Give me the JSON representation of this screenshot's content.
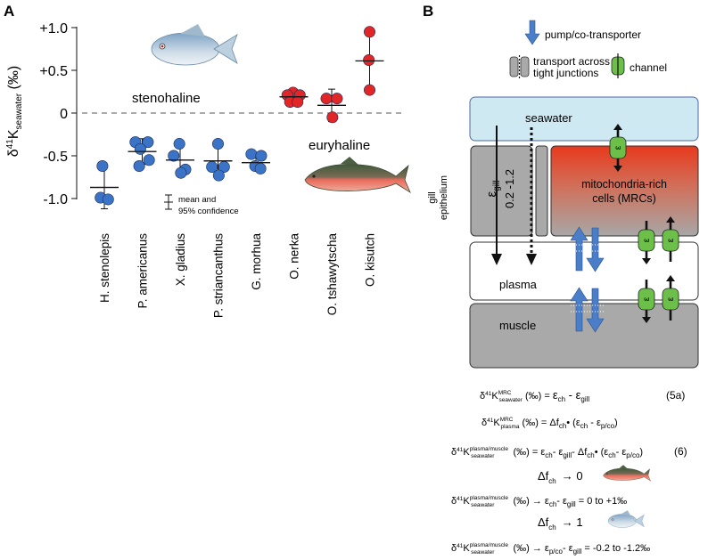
{
  "panel_a": {
    "label": "A",
    "ylabel": "δ41Kseawater (‰)",
    "ylabel_main": "δ",
    "ylabel_sup": "41",
    "ylabel_k": "K",
    "ylabel_sub": "seawater",
    "ylabel_unit": " (‰)",
    "stenohaline_label": "stenohaline",
    "euryhaline_label": "euryhaline",
    "legend_line1": "mean and",
    "legend_line2": "95% confidence",
    "fish_top_icon": "pompano-fish-image",
    "fish_mid_icon": "salmon-fish-image"
  },
  "chart_data": {
    "type": "scatter",
    "title": "",
    "xlabel": "",
    "ylabel": "δ41Kseawater (‰)",
    "ylim": [
      -1.25,
      1.05
    ],
    "yticks": [
      {
        "value": 1.0,
        "label": "+1.0"
      },
      {
        "value": 0.5,
        "label": "+0.5"
      },
      {
        "value": 0.0,
        "label": "0"
      },
      {
        "value": -0.5,
        "label": "-0.5"
      },
      {
        "value": -1.0,
        "label": "-1.0"
      }
    ],
    "zero_line": "dashed",
    "grid": false,
    "categories": [
      "H. stenolepis",
      "P. americanus",
      "X. gladius",
      "P. striancanthus",
      "G. morhua",
      "O. nerka",
      "O. tshawytscha",
      "O. kisutch"
    ],
    "series": [
      {
        "color": "#3b73c6",
        "points": [
          {
            "cat": 0,
            "dx": -0.05,
            "y": -0.62
          },
          {
            "cat": 0,
            "dx": -0.1,
            "y": -0.99
          },
          {
            "cat": 0,
            "dx": 0.1,
            "y": -1.01
          },
          {
            "cat": 1,
            "dx": -0.18,
            "y": -0.34
          },
          {
            "cat": 1,
            "dx": 0.15,
            "y": -0.34
          },
          {
            "cat": 1,
            "dx": -0.05,
            "y": -0.42
          },
          {
            "cat": 1,
            "dx": 0.18,
            "y": -0.55
          },
          {
            "cat": 1,
            "dx": -0.08,
            "y": -0.62
          },
          {
            "cat": 2,
            "dx": -0.02,
            "y": -0.36
          },
          {
            "cat": 2,
            "dx": -0.17,
            "y": -0.5
          },
          {
            "cat": 2,
            "dx": 0.14,
            "y": -0.66
          },
          {
            "cat": 2,
            "dx": 0.02,
            "y": -0.7
          },
          {
            "cat": 3,
            "dx": 0.0,
            "y": -0.36
          },
          {
            "cat": 3,
            "dx": -0.16,
            "y": -0.63
          },
          {
            "cat": 3,
            "dx": 0.16,
            "y": -0.63
          },
          {
            "cat": 3,
            "dx": 0.02,
            "y": -0.73
          },
          {
            "cat": 4,
            "dx": -0.12,
            "y": -0.48
          },
          {
            "cat": 4,
            "dx": 0.14,
            "y": -0.5
          },
          {
            "cat": 4,
            "dx": -0.02,
            "y": -0.62
          },
          {
            "cat": 4,
            "dx": 0.12,
            "y": -0.65
          }
        ]
      },
      {
        "color": "#e02626",
        "points": [
          {
            "cat": 5,
            "dx": -0.02,
            "y": 0.24
          },
          {
            "cat": 5,
            "dx": -0.17,
            "y": 0.21
          },
          {
            "cat": 5,
            "dx": 0.16,
            "y": 0.21
          },
          {
            "cat": 5,
            "dx": -0.1,
            "y": 0.13
          },
          {
            "cat": 5,
            "dx": 0.1,
            "y": 0.13
          },
          {
            "cat": 6,
            "dx": -0.14,
            "y": 0.17
          },
          {
            "cat": 6,
            "dx": 0.14,
            "y": 0.17
          },
          {
            "cat": 6,
            "dx": 0.02,
            "y": -0.05
          },
          {
            "cat": 7,
            "dx": 0.0,
            "y": 0.95
          },
          {
            "cat": 7,
            "dx": -0.02,
            "y": 0.62
          },
          {
            "cat": 7,
            "dx": 0.0,
            "y": 0.27
          }
        ]
      }
    ],
    "summaries": [
      {
        "cat": 0,
        "mean": -0.87,
        "lo": -1.12,
        "hi": -0.61
      },
      {
        "cat": 1,
        "mean": -0.45,
        "lo": -0.6,
        "hi": -0.3
      },
      {
        "cat": 2,
        "mean": -0.55,
        "lo": -0.7,
        "hi": -0.38
      },
      {
        "cat": 3,
        "mean": -0.56,
        "lo": -0.72,
        "hi": -0.39
      },
      {
        "cat": 4,
        "mean": -0.58,
        "lo": -0.66,
        "hi": -0.5
      },
      {
        "cat": 5,
        "mean": 0.19,
        "lo": 0.13,
        "hi": 0.26
      },
      {
        "cat": 6,
        "mean": 0.09,
        "lo": -0.1,
        "hi": 0.28
      },
      {
        "cat": 7,
        "mean": 0.61,
        "lo": 0.26,
        "hi": 0.98
      }
    ]
  },
  "panel_b": {
    "label": "B",
    "legend_pump": "pump/co-transporter",
    "legend_tj_line1": "transport across",
    "legend_tj_line2": "tight junctions",
    "legend_channel": "channel",
    "seawater": "seawater",
    "gill_line1": "gill",
    "gill_line2": "epithelium",
    "eps_gill": "ε",
    "eps_gill_sub": "gill",
    "eps_range": "0.2 -1.2",
    "mrc_line1": "mitochondria-rich",
    "mrc_line2": "cells (MRCs)",
    "plasma": "plasma",
    "muscle": "muscle",
    "channel_glyph": "ε",
    "colors": {
      "seawater": "#cfe9f2",
      "mrc_top": "#e8391d",
      "mrc_bottom": "#a7a7a7",
      "channel": "#6cc04a",
      "pump": "#4a7ec9",
      "gray": "#a9a9a9"
    }
  },
  "equations": {
    "eq1": "δ⁴¹K seawater (‰) = εch - εgill",
    "eq1_lhs_a": "δ",
    "eq1_lhs_sup": "41",
    "eq1_lhs_k": "K",
    "eq1_lhs_supr": "MRC",
    "eq1_lhs_sub": "seawater",
    "eq1_unit": " (‰) = ",
    "eq1_rhs": "ε",
    "eq1_rhs_sub1": "ch",
    "eq1_rhs_mid": " - ε",
    "eq1_rhs_sub2": "gill",
    "eq1_num": "(5a)",
    "eq2_sup": "41",
    "eq2_supr": "MRC",
    "eq2_sub": "plasma",
    "eq2_unit": " (‰) = Δf",
    "eq2_sub_ch": "ch",
    "eq2_rest": "• (ε",
    "eq2_sub_ch2": "ch",
    "eq2_mid": " - ε",
    "eq2_sub_pco": "p/co",
    "eq2_close": ")",
    "eq3_supr": "plasma/muscle",
    "eq3_sub": "seawater",
    "eq3_unit": " (‰) = ε",
    "eq3_ch": "ch",
    "eq3_a": "- ε",
    "eq3_gill": "gill",
    "eq3_b": "- Δf",
    "eq3_ch2": "ch",
    "eq3_c": "• (ε",
    "eq3_ch3": "ch",
    "eq3_d": "- ε",
    "eq3_pco": "p/co",
    "eq3_close": ")",
    "eq3_num": "(6)",
    "cond1_a": "Δf",
    "cond1_sub": "ch",
    "cond1_b": "→ 0",
    "res1_unit": " (‰) → ε",
    "res1_ch": "ch",
    "res1_mid": "- ε",
    "res1_gill": "gill",
    "res1_val": " = 0 to +1‰",
    "cond2_a": "Δf",
    "cond2_sub": "ch",
    "cond2_b": "→ 1",
    "res2_unit": " (‰) → ε",
    "res2_pco": "p/co",
    "res2_mid": "- ε",
    "res2_gill": "gill",
    "res2_val": " = -0.2 to -1.2‰"
  }
}
